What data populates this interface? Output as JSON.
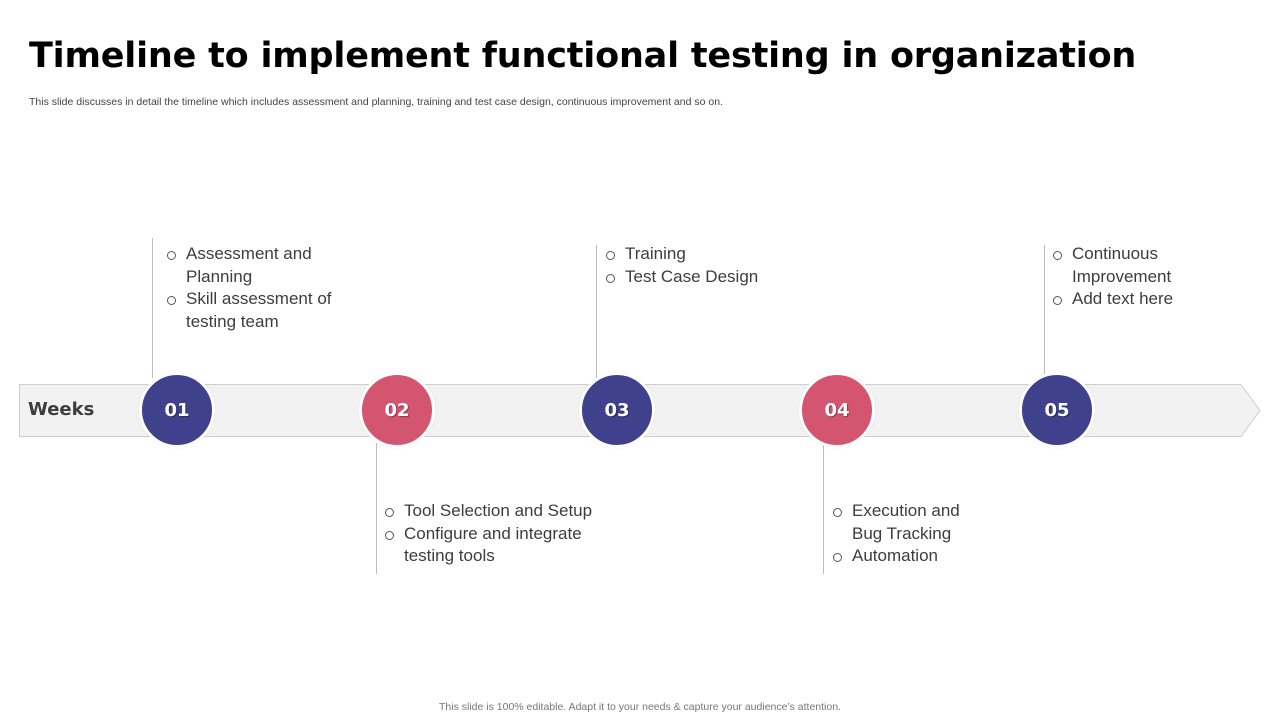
{
  "slide": {
    "title": "Timeline to implement functional testing in organization",
    "subtitle": "This slide discusses in detail the timeline which includes assessment and planning, training and test case design, continuous improvement and so on.",
    "footer": "This slide is 100% editable. Adapt it to your needs & capture your audience’s attention."
  },
  "timeline": {
    "axis_label": "Weeks",
    "colors": {
      "navy": "#3f418c",
      "pink": "#d45570",
      "band": "#f2f2f2",
      "band_border": "#cfcfcf"
    },
    "milestones": [
      {
        "number": "01",
        "color": "#3f418c",
        "position": "above",
        "items": [
          "Assessment and Planning",
          "Skill assessment of testing team"
        ]
      },
      {
        "number": "02",
        "color": "#d45570",
        "position": "below",
        "items": [
          "Tool Selection and Setup",
          "Configure and integrate testing tools"
        ]
      },
      {
        "number": "03",
        "color": "#3f418c",
        "position": "above",
        "items": [
          "Training",
          "Test Case Design"
        ]
      },
      {
        "number": "04",
        "color": "#d45570",
        "position": "below",
        "items": [
          "Execution and Bug Tracking",
          "Automation"
        ]
      },
      {
        "number": "05",
        "color": "#3f418c",
        "position": "above",
        "items": [
          "Continuous Improvement",
          "Add text here"
        ]
      }
    ]
  }
}
